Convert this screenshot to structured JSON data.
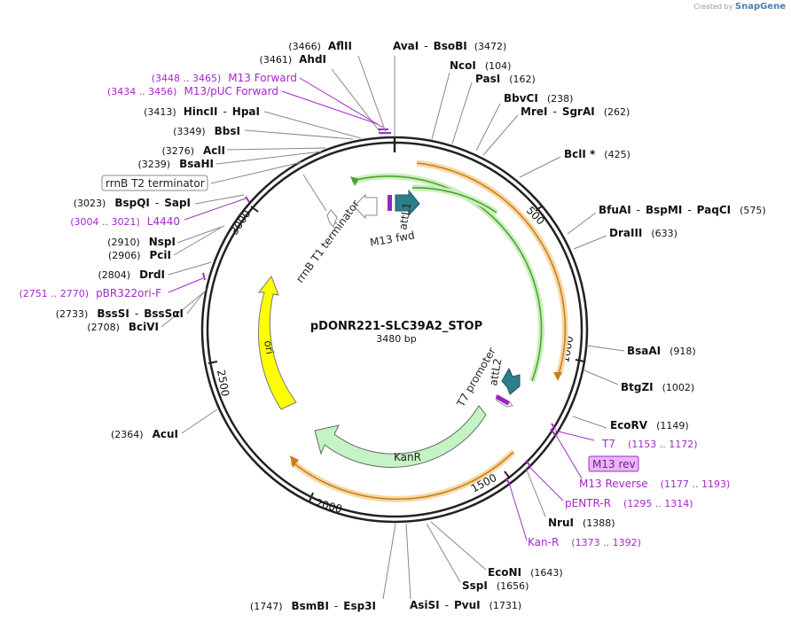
{
  "credit": {
    "prefix": "Created by",
    "brand": "SnapGene"
  },
  "plasmid": {
    "name": "pDONR221-SLC39A2_STOP",
    "size": "3480 bp"
  },
  "ticks": [
    "500",
    "1000",
    "1500",
    "2000",
    "2500",
    "3000"
  ],
  "features": {
    "attL1": "attL1",
    "m13fwd": "M13 fwd",
    "rrnB_T1": "rrnB T1 terminator",
    "ori": "ori",
    "kanR": "KanR",
    "t7promoter": "T7 promoter",
    "attL2": "attL2"
  },
  "sites_right": [
    {
      "pos": "(3472)",
      "name": "AvaI",
      "name2": "BsoBI"
    },
    {
      "name": "NcoI",
      "pos": "(104)"
    },
    {
      "name": "PasI",
      "pos": "(162)"
    },
    {
      "name": "BbvCI",
      "pos": "(238)"
    },
    {
      "name": "MreI",
      "name2": "SgrAI",
      "pos": "(262)"
    },
    {
      "name": "BclI *",
      "pos": "(425)"
    },
    {
      "name": "BfuAI",
      "name2": "BspMI",
      "name3": "PaqCI",
      "pos": "(575)"
    },
    {
      "name": "DraIII",
      "pos": "(633)"
    },
    {
      "name": "BsaAI",
      "pos": "(918)"
    },
    {
      "name": "BtgZI",
      "pos": "(1002)"
    },
    {
      "name": "EcoRV",
      "pos": "(1149)"
    },
    {
      "name": "NruI",
      "pos": "(1388)"
    },
    {
      "name": "EcoNI",
      "pos": "(1643)"
    },
    {
      "name": "SspI",
      "pos": "(1656)"
    },
    {
      "name": "AsiSI",
      "name2": "PvuI",
      "pos": "(1731)"
    }
  ],
  "sites_left": [
    {
      "pos": "(3466)",
      "name": "AflII"
    },
    {
      "pos": "(3461)",
      "name": "AhdI"
    },
    {
      "pos": "(3413)",
      "name": "HincII",
      "name2": "HpaI"
    },
    {
      "pos": "(3349)",
      "name": "BbsI"
    },
    {
      "pos": "(3276)",
      "name": "AclI"
    },
    {
      "pos": "(3239)",
      "name": "BsaHI"
    },
    {
      "pos": "(3023)",
      "name": "BspQI",
      "name2": "SapI"
    },
    {
      "pos": "(2910)",
      "name": "NspI"
    },
    {
      "pos": "(2906)",
      "name": "PciI"
    },
    {
      "pos": "(2804)",
      "name": "DrdI"
    },
    {
      "pos": "(2733)",
      "name": "BssSI",
      "name2": "BssSαI"
    },
    {
      "pos": "(2708)",
      "name": "BciVI"
    },
    {
      "pos": "(2364)",
      "name": "AcuI"
    },
    {
      "pos": "(1747)",
      "name": "BsmBI",
      "name2": "Esp3I"
    }
  ],
  "primers": [
    {
      "pos": "(3448 .. 3465)",
      "name": "M13 Forward"
    },
    {
      "pos": "(3434 .. 3456)",
      "name": "M13/pUC Forward"
    },
    {
      "pos": "(3004 .. 3021)",
      "name": "L4440"
    },
    {
      "pos": "(2751 .. 2770)",
      "name": "pBR322ori-F"
    },
    {
      "name": "T7",
      "pos": "(1153 .. 1172)"
    },
    {
      "name": "M13 rev"
    },
    {
      "name": "M13 Reverse",
      "pos": "(1177 .. 1193)"
    },
    {
      "name": "pENTR-R",
      "pos": "(1295 .. 1314)"
    },
    {
      "name": "Kan-R",
      "pos": "(1373 .. 1392)"
    }
  ],
  "boxed_feature": {
    "name": "rrnB T2 terminator"
  },
  "colors": {
    "primer": "#a428c8",
    "orange": "#e8a040",
    "green": "#4aa52a",
    "ori": "#ffff00",
    "kan": "#b9f5b9",
    "teal": "#2e7d8a"
  }
}
